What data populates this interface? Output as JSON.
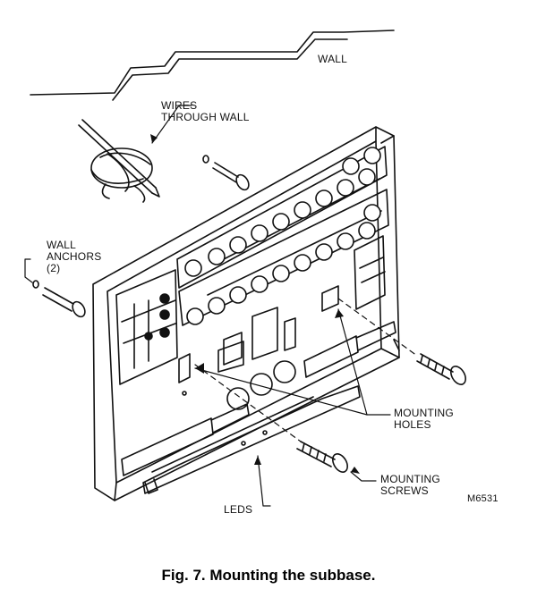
{
  "labels": {
    "wall": "WALL",
    "wires": "WIRES\nTHROUGH WALL",
    "anchors": "WALL\nANCHORS\n(2)",
    "holes": "MOUNTING\nHOLES",
    "screws": "MOUNTING\nSCREWS",
    "leds": "LEDS",
    "code": "M6531"
  },
  "caption": "Fig. 7. Mounting the subbase.",
  "colors": {
    "ink": "#111111",
    "paper": "#ffffff",
    "shade": "#d9d9d9"
  }
}
